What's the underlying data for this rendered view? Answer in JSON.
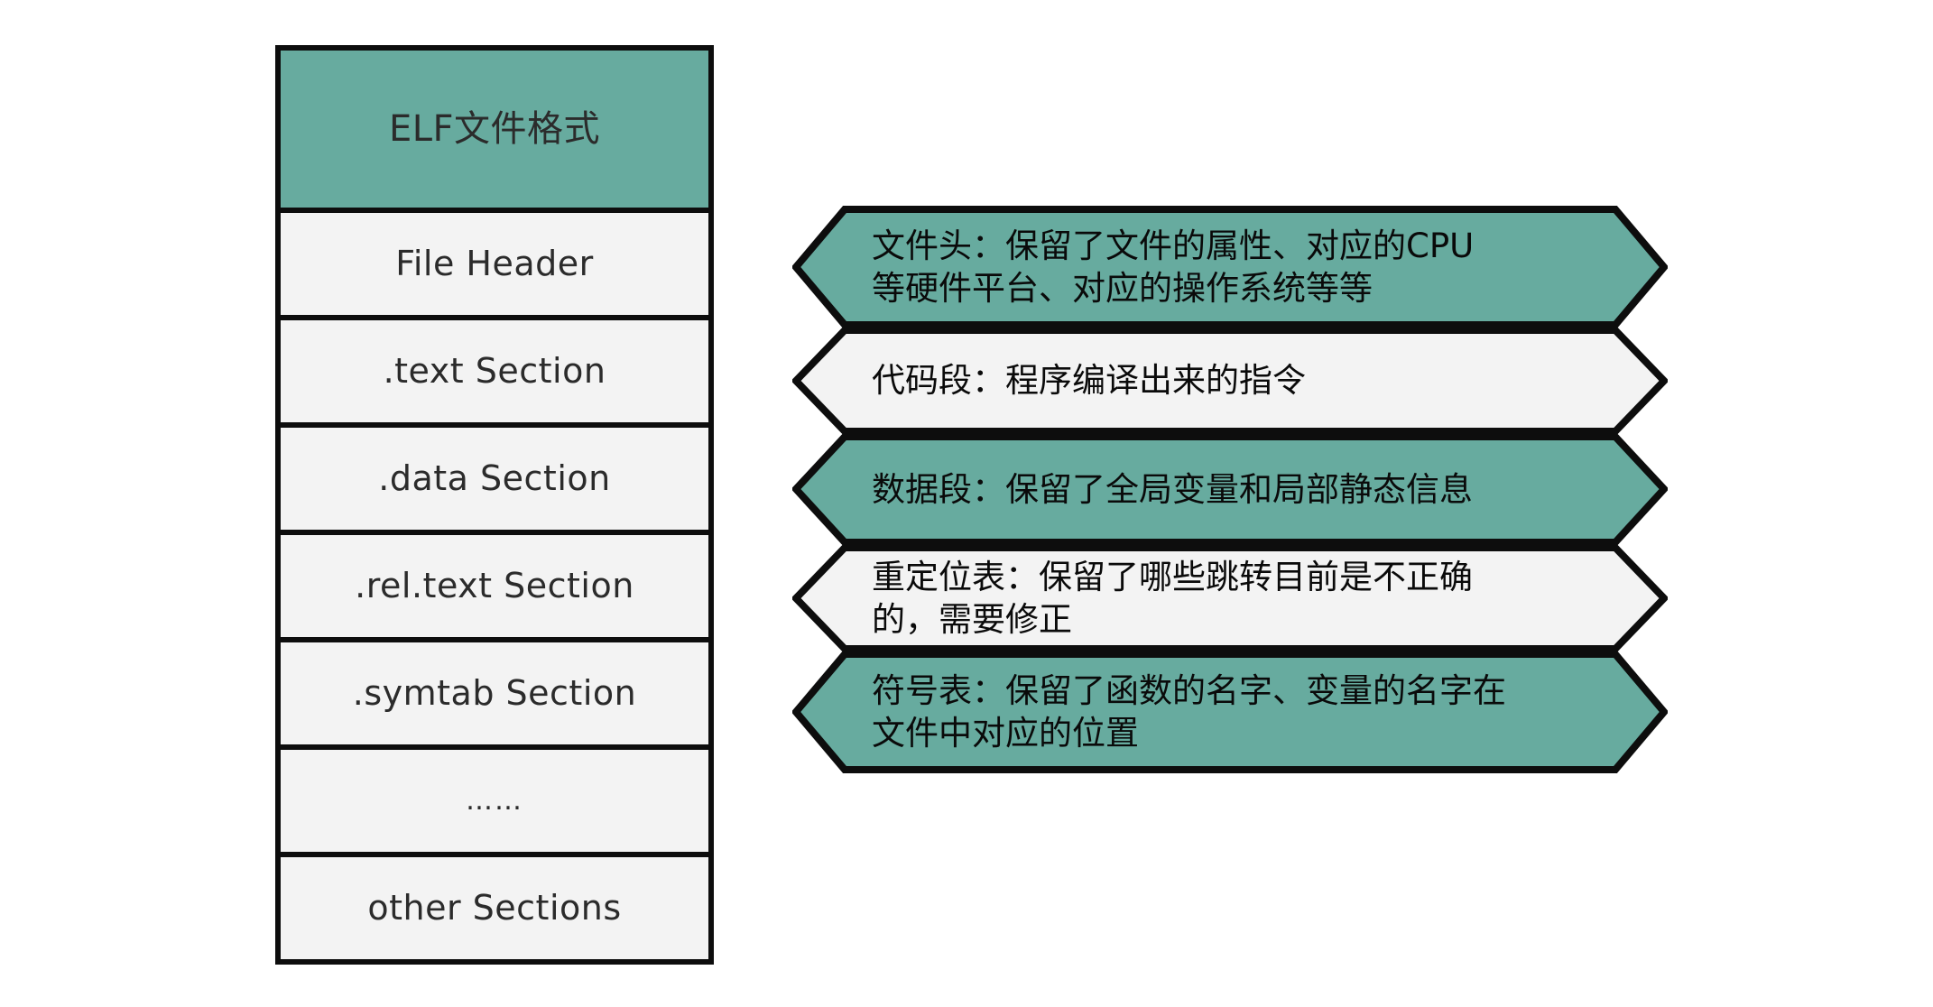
{
  "diagram": {
    "title": "ELF文件格式",
    "colors": {
      "accent_teal": "#67ab9f",
      "panel_gray": "#f3f3f3",
      "stroke_black": "#0d0d0d",
      "background": "#ffffff"
    }
  },
  "elf_stack": {
    "name": "elf-file-format-column",
    "boxes": [
      {
        "label": "ELF文件格式",
        "fill": "teal",
        "kind": "title"
      },
      {
        "label": "File Header",
        "fill": "gray",
        "kind": "section"
      },
      {
        "label": ".text Section",
        "fill": "gray",
        "kind": "section"
      },
      {
        "label": ".data Section",
        "fill": "gray",
        "kind": "section"
      },
      {
        "label": ".rel.text Section",
        "fill": "gray",
        "kind": "section"
      },
      {
        "label": ".symtab Section",
        "fill": "gray",
        "kind": "section"
      },
      {
        "label": "……",
        "fill": "gray",
        "kind": "ellipsis"
      },
      {
        "label": "other Sections",
        "fill": "gray",
        "kind": "section"
      }
    ]
  },
  "ribbons": {
    "name": "section-description-banners",
    "items": [
      {
        "text": "文件头：保留了文件的属性、对应的CPU\n等硬件平台、对应的操作系统等等",
        "fill": "teal",
        "lines": 2,
        "describes": "File Header"
      },
      {
        "text": "代码段：程序编译出来的指令",
        "fill": "gray",
        "lines": 1,
        "describes": ".text Section"
      },
      {
        "text": "数据段：保留了全局变量和局部静态信息",
        "fill": "teal",
        "lines": 1,
        "describes": ".data Section"
      },
      {
        "text": "重定位表：保留了哪些跳转目前是不正确\n的，需要修正",
        "fill": "gray",
        "lines": 2,
        "describes": ".rel.text Section"
      },
      {
        "text": "符号表：保留了函数的名字、变量的名字在\n文件中对应的位置",
        "fill": "teal",
        "lines": 2,
        "describes": ".symtab Section"
      }
    ]
  }
}
